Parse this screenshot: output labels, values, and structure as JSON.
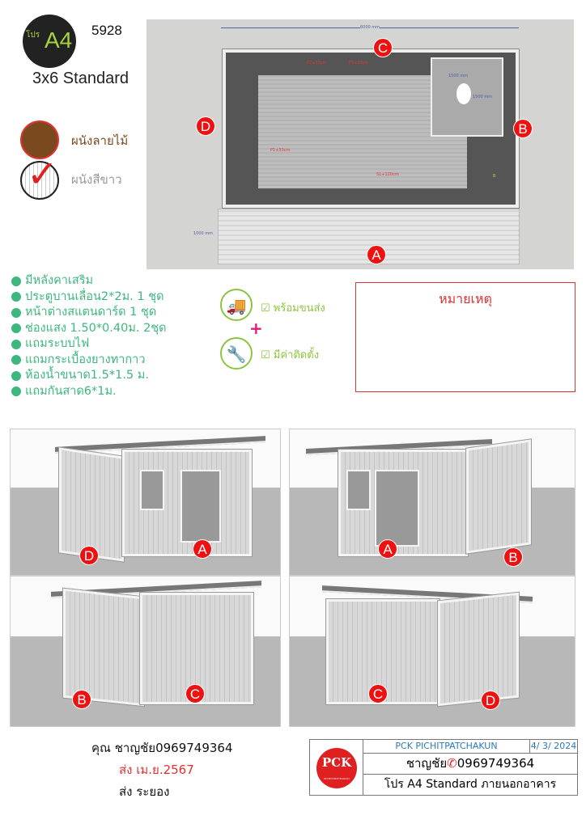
{
  "header": {
    "promo_prefix": "โปร",
    "promo_name": "A4",
    "code": "5928",
    "model": "3x6 Standard"
  },
  "wall_options": [
    {
      "label": "ผนังลายไม้",
      "selected": false
    },
    {
      "label": "ผนังสีขาว",
      "selected": true
    }
  ],
  "plan": {
    "width_dim": "6000 mm",
    "deck_dim": "1000 mm",
    "bath_dim_v": "1500 mm",
    "bath_dim_h": "1500 mm",
    "points": [
      "P1+33cm",
      "P2+33cm",
      "P3+33cm",
      "S1+120cm",
      "B"
    ],
    "sides": [
      "A",
      "B",
      "C",
      "D"
    ]
  },
  "features": [
    "มีหลังคาเสริม",
    "ประตูบานเลื่อน2*2ม. 1 ชุด",
    "หน้าต่างสแตนดาร์ด 1 ชุด",
    "ช่องแสง 1.50*0.40ม. 2ชุด",
    "แถมระบบไฟ",
    "แถมกระเบื้องยางทากาว",
    "ห้องน้ำขนาด1.5*1.5 ม.",
    "แถมกันสาด6*1ม."
  ],
  "services": [
    {
      "icon": "truck-icon",
      "label": "พร้อมขนส่ง"
    },
    {
      "icon": "drill-icon",
      "label": "มีค่าติดตั้ง"
    }
  ],
  "note": {
    "title": "หมายเหตุ"
  },
  "views": [
    {
      "labels": [
        "D",
        "A"
      ]
    },
    {
      "labels": [
        "A",
        "B"
      ]
    },
    {
      "labels": [
        "B",
        "C"
      ]
    },
    {
      "labels": [
        "C",
        "D"
      ]
    }
  ],
  "customer": {
    "name": "คุณ ชาญชัย0969749364",
    "delivery": "ส่ง   เม.ย.2567",
    "location": "ส่ง ระยอง"
  },
  "title_block": {
    "company": "PCK PICHITPATCHAKUN",
    "date": "4/ 3/ 2024",
    "logo_text": "PCK",
    "logo_sub": "PICHITPATCHAKUN",
    "contact": "ชาญชัย",
    "phone": "0969749364",
    "description": "โปร A4 Standard ภายนอกอาคาร"
  },
  "colors": {
    "accent_green": "#3cb77d",
    "lime": "#8bc53f",
    "red": "#e02020"
  }
}
